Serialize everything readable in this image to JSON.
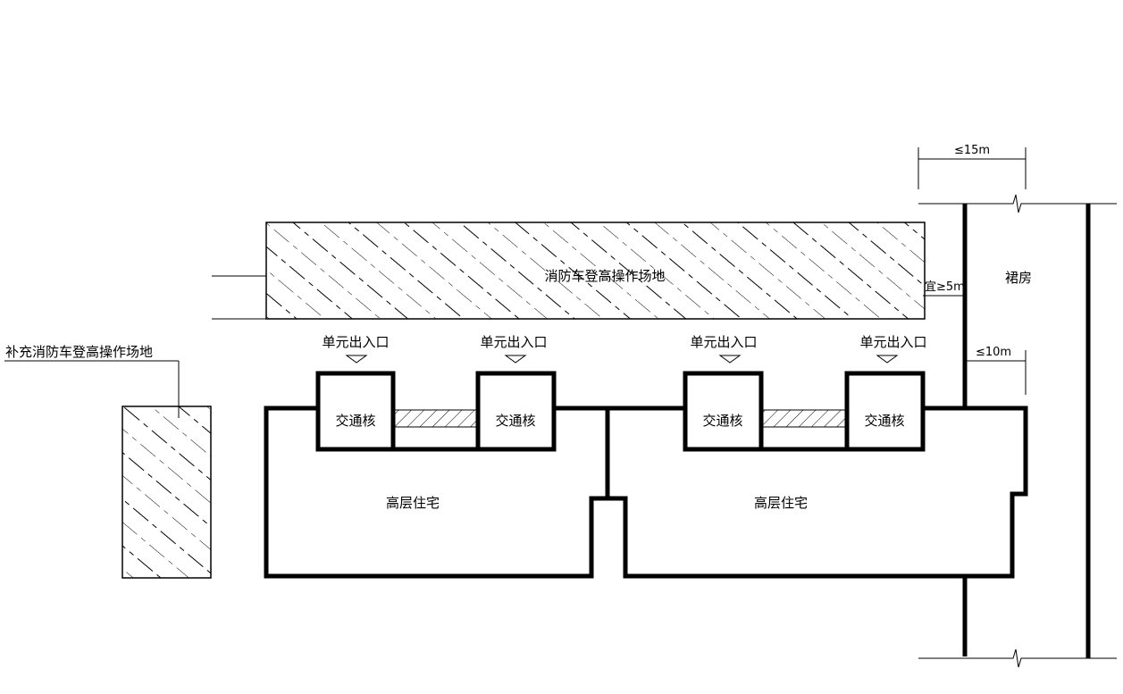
{
  "labels": {
    "main_site": "消防车登高操作场地",
    "supplementary_site": "补充消防车登高操作场地",
    "podium": "裙房",
    "entrance": [
      "单元出入口",
      "单元出入口",
      "单元出入口",
      "单元出入口"
    ],
    "core": [
      "交通核",
      "交通核",
      "交通核",
      "交通核"
    ],
    "building": [
      "高层住宅",
      "高层住宅"
    ]
  },
  "dimensions": {
    "podium_depth": "≤15m",
    "site_distance": "宜≥5m",
    "site_overlap": "≤10m"
  }
}
